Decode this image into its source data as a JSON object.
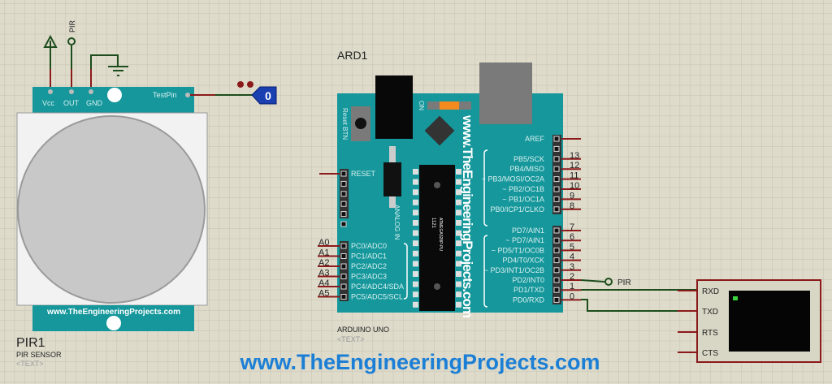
{
  "colors": {
    "board": "#15979b",
    "wire_red": "#8b1a1a",
    "wire_green": "#1d4d1d",
    "canvas": "#dedbcb",
    "link": "#1c7fd6"
  },
  "pir": {
    "ref": "PIR1",
    "type": "PIR SENSOR",
    "text": "<TEXT>",
    "net_label": "PIR",
    "pins": [
      "Vcc",
      "OUT",
      "GND"
    ],
    "test_pin": "TestPin",
    "website": "www.TheEngineeringProjects.com"
  },
  "probe": {
    "value": "0"
  },
  "arduino": {
    "ref": "ARD1",
    "type": "ARDUINO UNO",
    "text": "<TEXT>",
    "reset_btn": "Reset BTN",
    "on_label": "ON",
    "analog_in": "ANALOG IN",
    "chip_line1": "1121",
    "chip_line2": "ATMEGA328P-PU",
    "website": "www.TheEngineeringProjects.com",
    "left_pins": [
      "RESET",
      "",
      "",
      "",
      "",
      ""
    ],
    "analog_pins": [
      {
        "label": "PC0/ADC0",
        "net": "A0"
      },
      {
        "label": "PC1/ADC1",
        "net": "A1"
      },
      {
        "label": "PC2/ADC2",
        "net": "A2"
      },
      {
        "label": "PC3/ADC3",
        "net": "A3"
      },
      {
        "label": "PC4/ADC4/SDA",
        "net": "A4"
      },
      {
        "label": "PC5/ADC5/SCL",
        "net": "A5"
      }
    ],
    "right_pins_b": [
      {
        "label": "AREF",
        "num": ""
      },
      {
        "label": "",
        "num": ""
      },
      {
        "label": "PB5/SCK",
        "num": "13"
      },
      {
        "label": "PB4/MISO",
        "num": "12"
      },
      {
        "label": "~ PB3/MOSI/OC2A",
        "num": "11"
      },
      {
        "label": "~ PB2/OC1B",
        "num": "10"
      },
      {
        "label": "~ PB1/OC1A",
        "num": "9"
      },
      {
        "label": "PB0/ICP1/CLKO",
        "num": "8"
      }
    ],
    "right_pins_d": [
      {
        "label": "PD7/AIN1",
        "num": "7"
      },
      {
        "label": "~ PD7/AIN1",
        "num": "6"
      },
      {
        "label": "~ PD5/T1/OC0B",
        "num": "5"
      },
      {
        "label": "PD4/T0/XCK",
        "num": "4"
      },
      {
        "label": "~ PD3/INT1/OC2B",
        "num": "3"
      },
      {
        "label": "PD2/INT0",
        "num": "2"
      },
      {
        "label": "PD1/TXD",
        "num": "1"
      },
      {
        "label": "PD0/RXD",
        "num": "0"
      }
    ]
  },
  "pir_net_label": "PIR",
  "terminal": {
    "pins": [
      "RXD",
      "TXD",
      "RTS",
      "CTS"
    ]
  },
  "footer": {
    "website": "www.TheEngineeringProjects.com"
  }
}
